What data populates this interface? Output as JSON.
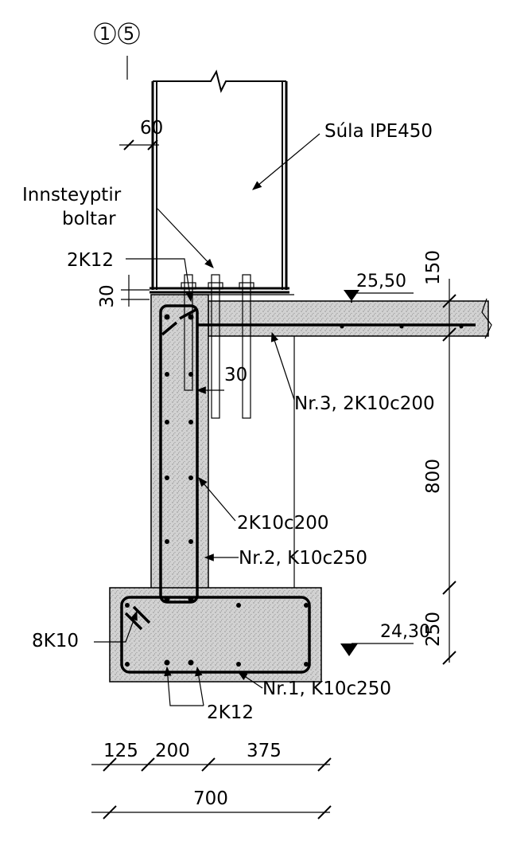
{
  "grid_labels": [
    "1",
    "5"
  ],
  "column_label": "Súla IPE450",
  "cast_in_bolts_line1": "Innsteyptir",
  "cast_in_bolts_line2": "boltar",
  "dims": {
    "flange_offset": "60",
    "grout": "30",
    "slab": "150",
    "wall_height": "800",
    "footing_height": "250",
    "bolt_edge": "30",
    "bottom_125": "125",
    "bottom_200": "200",
    "bottom_375": "375",
    "bottom_total": "700"
  },
  "levels": {
    "top": "25,50",
    "bottom": "24,30"
  },
  "rebar": {
    "top_corner": "2K12",
    "slab_bar": "Nr.3,  2K10c200",
    "wall_vertical": "2K10c200",
    "wall_stirrup": "Nr.2,  K10c250",
    "footing_long": "8K10",
    "footing_stirrup": "Nr.1,  K10c250",
    "wall_bottom": "2K12"
  }
}
